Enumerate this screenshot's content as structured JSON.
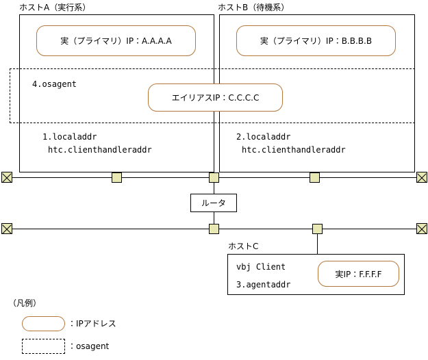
{
  "diagram": {
    "title_hidden": "",
    "colors": {
      "ip_box_border": "#b5783c",
      "node_fill": "#e8e8b4",
      "line": "#000000",
      "background": "#ffffff"
    }
  },
  "hosts": {
    "host_a": {
      "caption": "ホストA（実行系）",
      "primary_ip_label": "実（プライマリ）IP：A.A.A.A",
      "osagent_label": "4.osagent",
      "addr_line1": "1.localaddr",
      "addr_line2": "htc.clienthandleraddr"
    },
    "host_b": {
      "caption": "ホストB（待機系）",
      "primary_ip_label": "実（プライマリ）IP：B.B.B.B",
      "addr_line1": "2.localaddr",
      "addr_line2": "htc.clienthandleraddr"
    },
    "host_c": {
      "caption": "ホストC",
      "client_label": "vbj Client",
      "addr_line1": "3.agentaddr",
      "real_ip_label": "実IP：F.F.F.F"
    }
  },
  "shared": {
    "alias_ip_label": "エイリアスIP：C.C.C.C"
  },
  "router": {
    "label": "ルータ"
  },
  "legend": {
    "title": "（凡例）",
    "items": [
      {
        "shape": "rounded-box",
        "separator": "：",
        "label": "IPアドレス"
      },
      {
        "shape": "dashed-box",
        "separator": "：",
        "label": "osagent"
      }
    ],
    "item0_text": "：IPアドレス",
    "item1_text": "：osagent"
  },
  "networks": {
    "upper_segment_name": "upper-network-bus",
    "lower_segment_name": "lower-network-bus"
  }
}
